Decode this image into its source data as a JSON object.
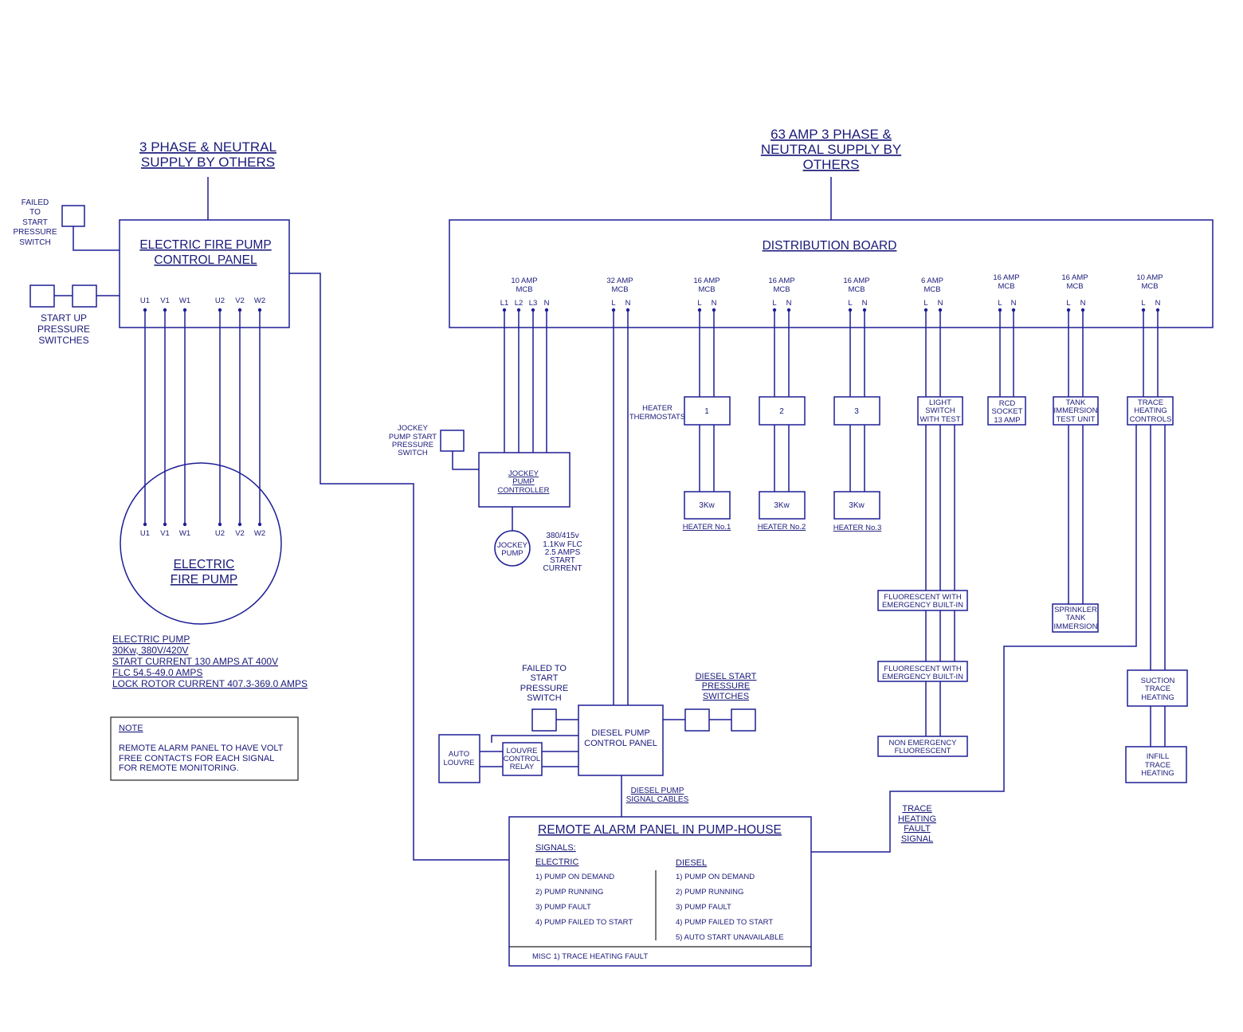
{
  "colors": {
    "wire": "#1e1e96",
    "text": "#1a1a7a",
    "background": "#ffffff"
  },
  "supply_left": {
    "line1": "3 PHASE & NEUTRAL",
    "line2": "SUPPLY BY OTHERS"
  },
  "supply_right": {
    "line1": "63 AMP 3 PHASE &",
    "line2": "NEUTRAL SUPPLY BY",
    "line3": "OTHERS"
  },
  "fire_pump_panel": {
    "line1": "ELECTRIC FIRE PUMP",
    "line2": "CONTROL PANEL",
    "terminals": [
      "U1",
      "V1",
      "W1",
      "U2",
      "V2",
      "W2"
    ]
  },
  "failed_to_start_switch": {
    "line1": "FAILED",
    "line2": "TO",
    "line3": "START",
    "line4": "PRESSURE",
    "line5": "SWITCH"
  },
  "start_up_switches": {
    "line1": "START UP",
    "line2": "PRESSURE",
    "line3": "SWITCHES"
  },
  "fire_pump": {
    "line1": "ELECTRIC",
    "line2": "FIRE PUMP",
    "terminals": [
      "U1",
      "V1",
      "W1",
      "U2",
      "V2",
      "W2"
    ]
  },
  "pump_specs": [
    "ELECTRIC PUMP",
    "30Kw, 380V/420V",
    "START CURRENT 130 AMPS AT 400V",
    "FLC 54.5-49.0 AMPS",
    "LOCK ROTOR CURRENT 407.3-369.0 AMPS"
  ],
  "note": {
    "title": "NOTE",
    "line1": "REMOTE ALARM PANEL TO HAVE VOLT",
    "line2": "FREE CONTACTS FOR EACH SIGNAL",
    "line3": "FOR REMOTE MONITORING."
  },
  "distribution_board": {
    "title": "DISTRIBUTION BOARD",
    "mcbs": [
      {
        "rating": "10 AMP",
        "type": "MCB",
        "terminals": [
          "L1",
          "L2",
          "L3",
          "N"
        ]
      },
      {
        "rating": "32 AMP",
        "type": "MCB",
        "terminals": [
          "L",
          "N"
        ]
      },
      {
        "rating": "16 AMP",
        "type": "MCB",
        "terminals": [
          "L",
          "N"
        ]
      },
      {
        "rating": "16 AMP",
        "type": "MCB",
        "terminals": [
          "L",
          "N"
        ]
      },
      {
        "rating": "16 AMP",
        "type": "MCB",
        "terminals": [
          "L",
          "N"
        ]
      },
      {
        "rating": "6 AMP",
        "type": "MCB",
        "terminals": [
          "L",
          "N"
        ]
      },
      {
        "rating": "16 AMP",
        "type": "MCB",
        "terminals": [
          "L",
          "N"
        ]
      },
      {
        "rating": "16 AMP",
        "type": "MCB",
        "terminals": [
          "L",
          "N"
        ]
      },
      {
        "rating": "10 AMP",
        "type": "MCB",
        "terminals": [
          "L",
          "N"
        ]
      }
    ]
  },
  "jockey": {
    "switch_line1": "JOCKEY",
    "switch_line2": "PUMP START",
    "switch_line3": "PRESSURE",
    "switch_line4": "SWITCH",
    "controller_line1": "JOCKEY",
    "controller_line2": "PUMP",
    "controller_line3": "CONTROLLER",
    "pump_line1": "JOCKEY",
    "pump_line2": "PUMP",
    "spec_line1": "380/415v",
    "spec_line2": "1.1Kw FLC",
    "spec_line3": "2.5 AMPS",
    "spec_line4": "START",
    "spec_line5": "CURRENT"
  },
  "heaters": {
    "thermostats_line1": "HEATER",
    "thermostats_line2": "THERMOSTATS",
    "units": [
      {
        "number": "1",
        "rating": "3Kw",
        "label": "HEATER No.1"
      },
      {
        "number": "2",
        "rating": "3Kw",
        "label": "HEATER No.2"
      },
      {
        "number": "3",
        "rating": "3Kw",
        "label": "HEATER No.3"
      }
    ]
  },
  "light_switch": {
    "line1": "LIGHT",
    "line2": "SWITCH",
    "line3": "WITH TEST"
  },
  "fluorescent_1": {
    "line1": "FLUORESCENT WITH",
    "line2": "EMERGENCY BUILT-IN"
  },
  "fluorescent_2": {
    "line1": "FLUORESCENT WITH",
    "line2": "EMERGENCY BUILT-IN"
  },
  "fluorescent_3": {
    "line1": "NON EMERGENCY",
    "line2": "FLUORESCENT"
  },
  "rcd": {
    "line1": "RCD",
    "line2": "SOCKET",
    "line3": "13 AMP"
  },
  "tank_test": {
    "line1": "TANK",
    "line2": "IMMERSION",
    "line3": "TEST UNIT"
  },
  "sprinkler": {
    "line1": "SPRINKLER",
    "line2": "TANK",
    "line3": "IMMERSION"
  },
  "trace_controls": {
    "line1": "TRACE",
    "line2": "HEATING",
    "line3": "CONTROLS"
  },
  "suction_trace": {
    "line1": "SUCTION",
    "line2": "TRACE",
    "line3": "HEATING"
  },
  "infill_trace": {
    "line1": "INFILL",
    "line2": "TRACE",
    "line3": "HEATING"
  },
  "trace_fault_signal": {
    "line1": "TRACE",
    "line2": "HEATING",
    "line3": "FAULT",
    "line4": "SIGNAL"
  },
  "diesel": {
    "failed_line1": "FAILED TO",
    "failed_line2": "START",
    "failed_line3": "PRESSURE",
    "failed_line4": "SWITCH",
    "start_line1": "DIESEL START",
    "start_line2": "PRESSURE",
    "start_line3": "SWITCHES",
    "panel_line1": "DIESEL PUMP",
    "panel_line2": "CONTROL PANEL",
    "louvre_line1": "AUTO",
    "louvre_line2": "LOUVRE",
    "relay_line1": "LOUVRE",
    "relay_line2": "CONTROL",
    "relay_line3": "RELAY",
    "cables_line1": "DIESEL PUMP",
    "cables_line2": "SIGNAL CABLES"
  },
  "alarm_panel": {
    "title": "REMOTE ALARM PANEL IN PUMP-HOUSE",
    "signals_label": "SIGNALS:",
    "electric_label": "ELECTRIC",
    "diesel_label": "DIESEL",
    "electric_signals": [
      "1) PUMP ON DEMAND",
      "2) PUMP RUNNING",
      "3) PUMP FAULT",
      "4) PUMP FAILED TO START"
    ],
    "diesel_signals": [
      "1) PUMP ON DEMAND",
      "2) PUMP RUNNING",
      "3) PUMP FAULT",
      "4) PUMP FAILED TO START",
      "5) AUTO START UNAVAILABLE"
    ],
    "misc": "MISC 1) TRACE HEATING FAULT"
  }
}
